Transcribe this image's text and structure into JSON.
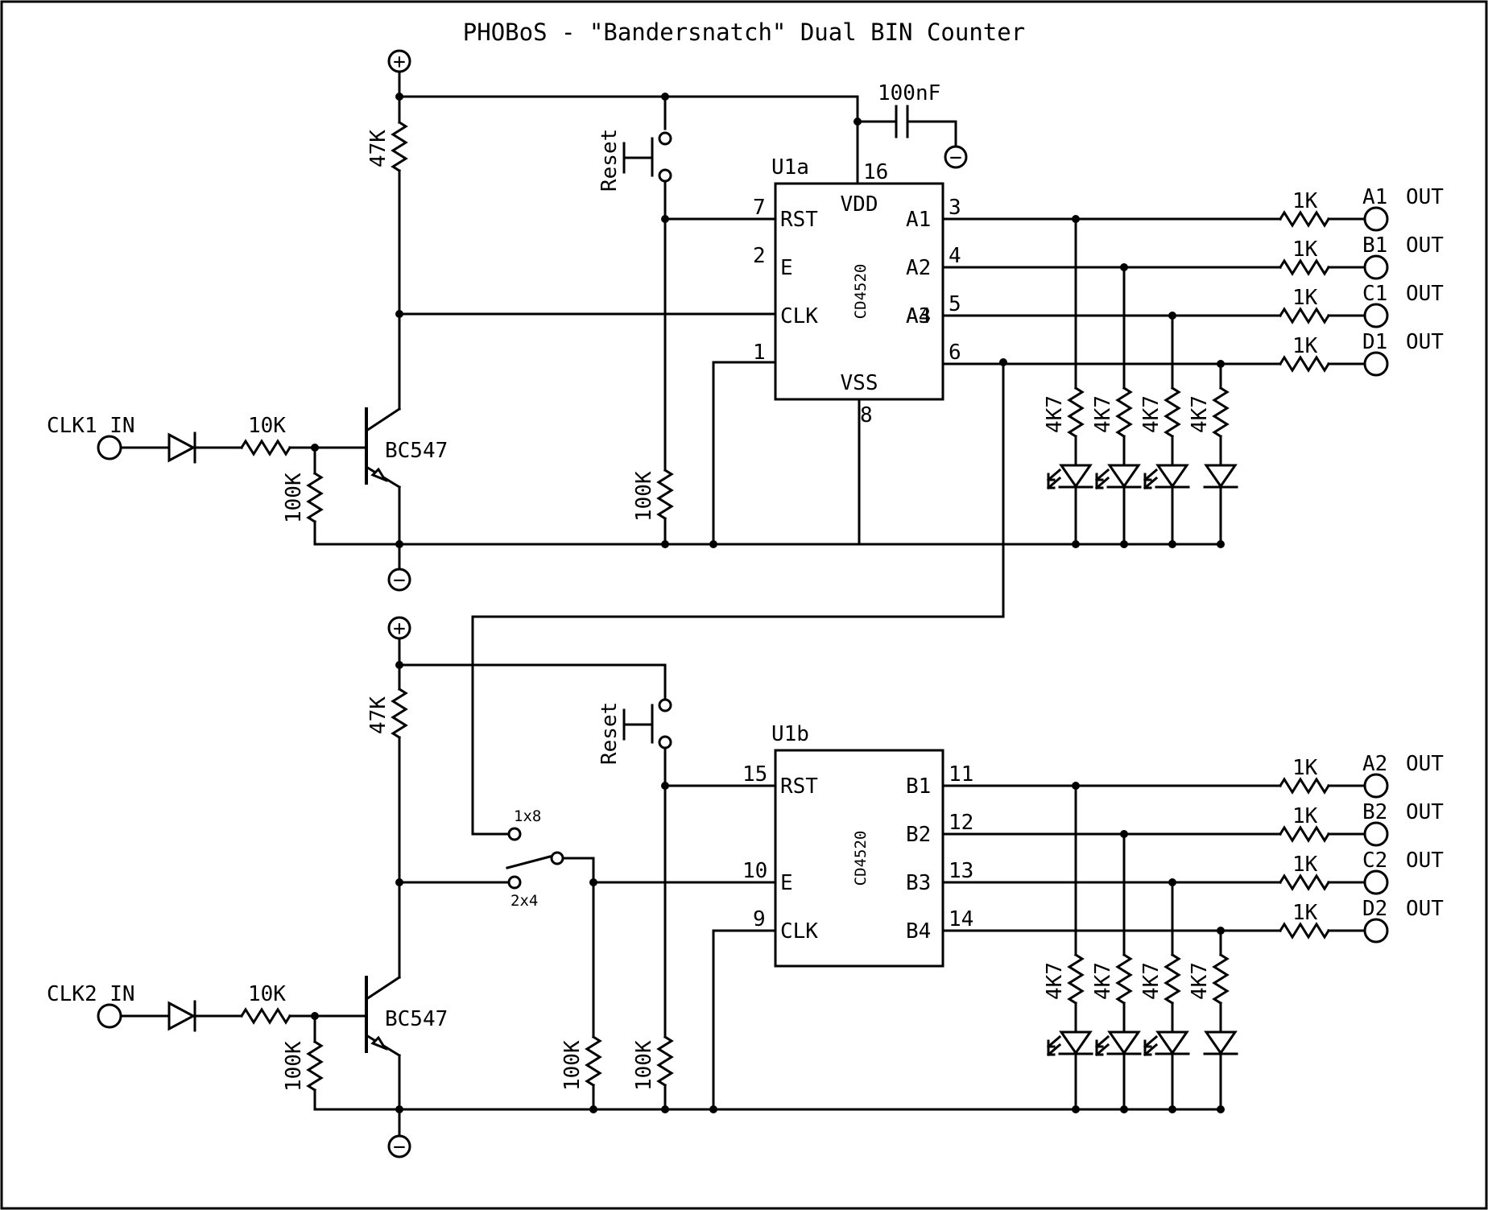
{
  "title": "PHOBoS - \"Bandersnatch\" Dual BIN Counter",
  "supply": {
    "plus": "+",
    "minus": "−"
  },
  "decoupling_cap": "100nF",
  "chips": {
    "u1a": {
      "ref": "U1a",
      "part": "CD4520",
      "vdd_label": "VDD",
      "vss_label": "VSS",
      "vdd_pin": "16",
      "vss_pin": "8",
      "rst": {
        "label": "RST",
        "pin": "7"
      },
      "e": {
        "label": "E",
        "pin": "2"
      },
      "clk": {
        "label": "CLK",
        "pin": "1"
      },
      "outs": [
        {
          "label": "A1",
          "pin": "3"
        },
        {
          "label": "A2",
          "pin": "4"
        },
        {
          "label": "A3",
          "pin": "5"
        },
        {
          "label": "A4",
          "pin": "6"
        }
      ]
    },
    "u1b": {
      "ref": "U1b",
      "part": "CD4520",
      "rst": {
        "label": "RST",
        "pin": "15"
      },
      "e": {
        "label": "E",
        "pin": "10"
      },
      "clk": {
        "label": "CLK",
        "pin": "9"
      },
      "outs": [
        {
          "label": "B1",
          "pin": "11"
        },
        {
          "label": "B2",
          "pin": "12"
        },
        {
          "label": "B3",
          "pin": "13"
        },
        {
          "label": "B4",
          "pin": "14"
        }
      ]
    }
  },
  "inputs": [
    {
      "label": "CLK1 IN",
      "transistor": "BC547",
      "series_res": "10K",
      "pulldown_res": "100K",
      "pullup_res": "47K"
    },
    {
      "label": "CLK2 IN",
      "transistor": "BC547",
      "series_res": "10K",
      "pulldown_res": "100K",
      "pullup_res": "47K"
    }
  ],
  "reset": {
    "label": "Reset",
    "pulldown_res": "100K"
  },
  "enable_pulldown_res": "100K",
  "mode_switch": {
    "pos1": "1x8",
    "pos2": "2x4"
  },
  "led_res": "4K7",
  "out_res": "1K",
  "out_suffix": "OUT",
  "outputs_top": [
    "A1",
    "B1",
    "C1",
    "D1"
  ],
  "outputs_bottom": [
    "A2",
    "B2",
    "C2",
    "D2"
  ]
}
